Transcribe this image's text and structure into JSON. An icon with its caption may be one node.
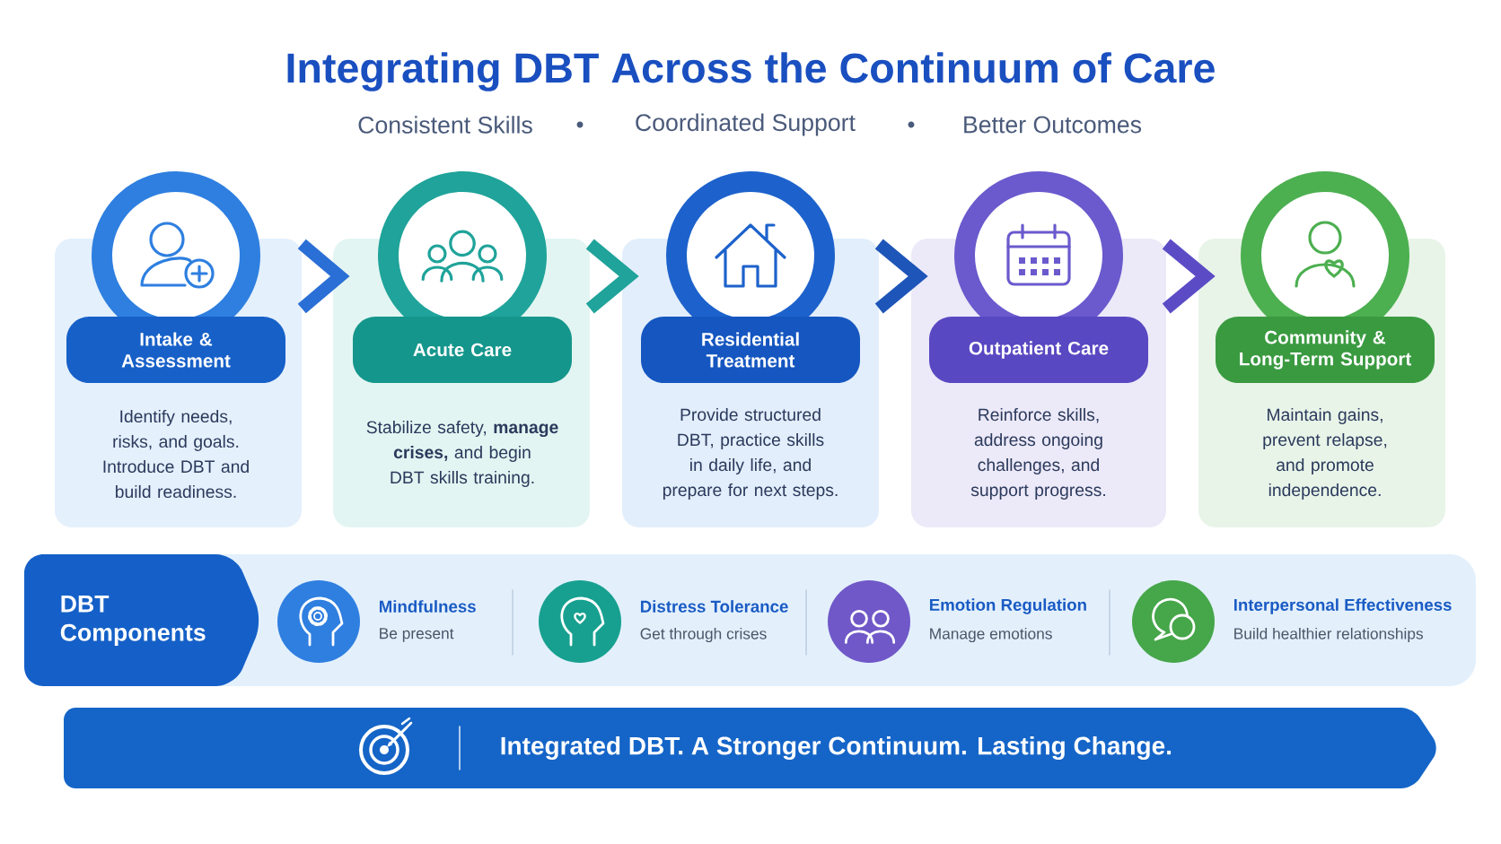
{
  "diagram": {
    "title": "Integrating DBT Across the Continuum of Care",
    "nodes": [
      {
        "text": [
          "Intake & Assessment",
          "Identify needs, risks, and goals. Introduce DBT and build readiness."
        ]
      },
      {
        "text": [
          "Acute Care",
          "Stabilize safety, **manage crises,** and begin DBT skills training."
        ]
      },
      {
        "text": [
          "Residential Treatment",
          "Provide structured DBT, practice skills in daily life, and prepare for next steps."
        ]
      },
      {
        "text": [
          "Outpatient Care",
          "Reinforce skills, address ongoing challenges, and support progress."
        ]
      },
      {
        "text": [
          "Community & Long-Term Support",
          "Maintain gains, prevent relapse, and promote independence."
        ]
      },
      {
        "text": [
          "DBT Components"
        ]
      },
      {
        "text": [
          "Mindfulness",
          "Be present"
        ],
        "in": 5
      },
      {
        "text": [
          "Distress Tolerance",
          "Get through crises"
        ],
        "in": 5
      },
      {
        "text": [
          "Emotion Regulation",
          "Manage emotions"
        ],
        "in": 5
      },
      {
        "text": [
          "Interpersonal Effectiveness",
          "Build healthier relationships"
        ],
        "in": 5
      },
      {
        "text": [
          "Integrated DBT. A Stronger Continuum. Lasting Change."
        ]
      }
    ],
    "edges": [
      {
        "from": 0,
        "to": 1,
        "arrow": "to",
        "color": "#2a6fd6"
      },
      {
        "from": 1,
        "to": 2,
        "arrow": "to",
        "color": "#1fa39a"
      },
      {
        "from": 2,
        "to": 3,
        "arrow": "to",
        "color": "#1e55b8"
      },
      {
        "from": 3,
        "to": 4,
        "arrow": "to",
        "color": "#5b4cc6"
      }
    ],
    "labels": [
      "Consistent Skills",
      "Coordinated Support",
      "Better Outcomes"
    ]
  }
}
